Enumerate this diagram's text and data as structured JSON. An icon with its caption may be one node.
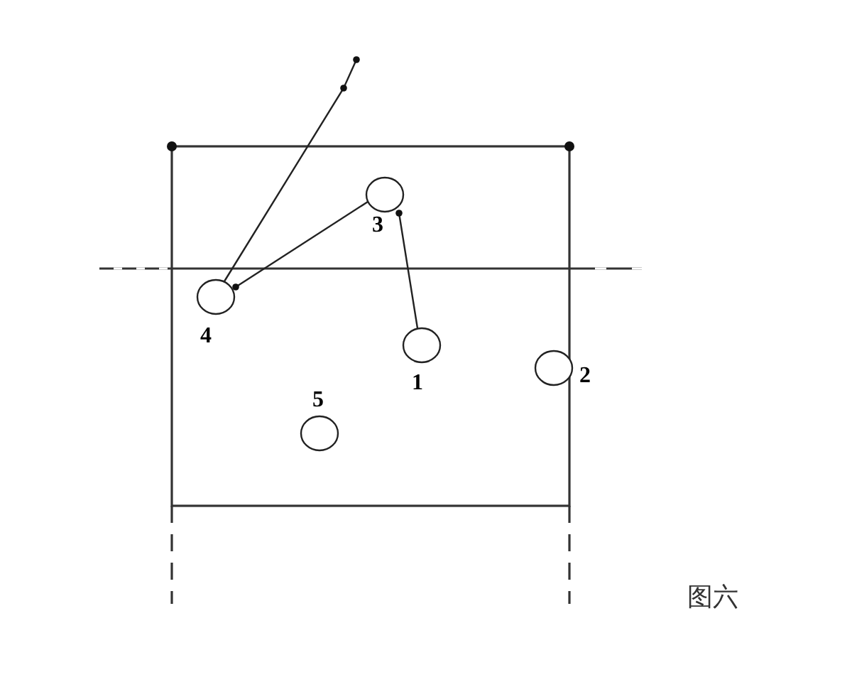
{
  "diagram": {
    "caption": "图六",
    "nodes": [
      {
        "text": [
          "3"
        ]
      },
      {
        "text": [
          "4"
        ]
      },
      {
        "text": [
          "1"
        ]
      },
      {
        "text": [
          "2"
        ]
      },
      {
        "text": [
          "5"
        ]
      }
    ],
    "edges": [
      {
        "from": 2,
        "to": 0,
        "arrow": "other"
      },
      {
        "from": 0,
        "to": 1,
        "arrow": "other"
      },
      {
        "from": 1,
        "to": null,
        "arrow": "other"
      }
    ]
  }
}
